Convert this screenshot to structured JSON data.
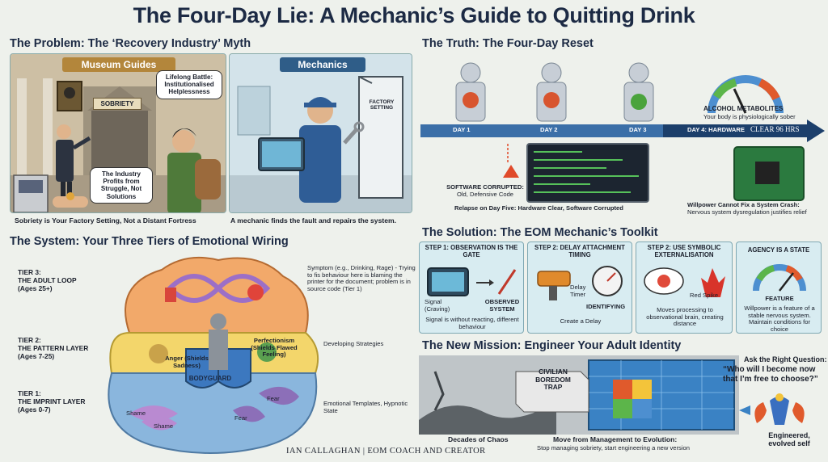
{
  "title": "The Four-Day Lie: A Mechanic’s Guide to Quitting Drink",
  "problem": {
    "heading": "The Problem: The ‘Recovery Industry’ Myth",
    "museum_banner": "Museum Guides",
    "mechanics_banner": "Mechanics",
    "sobriety_sign": "SOBRIETY",
    "lifelong_bubble": "Lifelong Battle: Institutionalised Helplessness",
    "industry_bubble": "The Industry Profits from Struggle, Not Solutions",
    "factory_sign": "FACTORY SETTING",
    "caption_left": "Sobriety is Your Factory Setting, Not a Distant Fortress",
    "caption_right": "A mechanic finds the fault and repairs the system."
  },
  "system": {
    "heading": "The System: Your Three Tiers of Emotional Wiring",
    "tier3": "TIER 3:\nTHE ADULT LOOP\n(Ages 25+)",
    "tier2": "TIER 2:\nTHE PATTERN LAYER\n(Ages 7-25)",
    "tier1": "TIER 1:\nTHE IMPRINT LAYER\n(Ages 0-7)",
    "symptom": "Symptom (e.g., Drinking, Rage) - Trying to fis behaviour here is blaming the printer for the document; problem is in source code (Tier 1)",
    "strategies": "Developing Strategies",
    "templates": "Emotional Templates, Hypnotic State",
    "anger": "Anger (Shields Sadness)",
    "perfectionism": "Perfectionism (Shields Flawed Feeling)",
    "bodyguard": "BODYGUARD",
    "shame1": "Shame",
    "shame2": "Shame",
    "fear1": "Fear",
    "fear2": "Fear"
  },
  "truth": {
    "heading": "The Truth: The Four-Day Reset",
    "day1": "DAY 1",
    "day2": "DAY 2",
    "day3": "DAY 3",
    "day4": "DAY 4: HARDWARE",
    "clear": "CLEAR 96 HRS",
    "metabolites_title": "ALCOHOL METABOLITES",
    "metabolites_sub": "Your body is physiologically sober",
    "software_title": "SOFTWARE CORRUPTED:",
    "software_sub": "Old, Defensive Code",
    "relapse": "Relapse on Day Five: Hardware Clear, Software Corrupted",
    "willpower_title": "Willpower Cannot Fix a System Crash:",
    "willpower_sub": "Nervous system dysregulation justifies relief"
  },
  "solution": {
    "heading": "The Solution: The EOM Mechanic’s Toolkit",
    "step1_title": "STEP 1: OBSERVATION IS THE GATE",
    "step1_signal": "Signal (Craving)",
    "step1_observed": "OBSERVED SYSTEM",
    "step1_caption": "Signal is without reacting, different behaviour",
    "step2_title": "STEP 2: DELAY ATTACHMENT TIMING",
    "step2_timer": "Delay Timer",
    "step2_identifying": "IDENTIFYING",
    "step2_caption": "Create a Delay",
    "step3_title": "STEP 2: USE SYMBOLIC EXTERNALISATION",
    "step3_spike": "Red Spike",
    "step3_caption": "Moves processing to observational brain, creating distance",
    "step4_title": "AGENCY IS A STATE",
    "step4_feature": "FEATURE",
    "step4_caption": "Willpower is a feature of a stable nervous system. Maintain conditions for choice"
  },
  "mission": {
    "heading": "The New Mission: Engineer Your Adult Identity",
    "trap": "CIVILIAN BOREDOM TRAP",
    "chaos": "Decades of Chaos",
    "move_title": "Move from Management to Evolution:",
    "move_sub": "Stop managing sobriety, start engineering a new version",
    "question_title": "Ask the Right Question:",
    "question_quote": "“Who will I become now that I’m free to choose?”",
    "engineered": "Engineered, evolved self"
  },
  "footer": "IAN CALLAGHAN  |  EOM COACH AND CREATOR"
}
